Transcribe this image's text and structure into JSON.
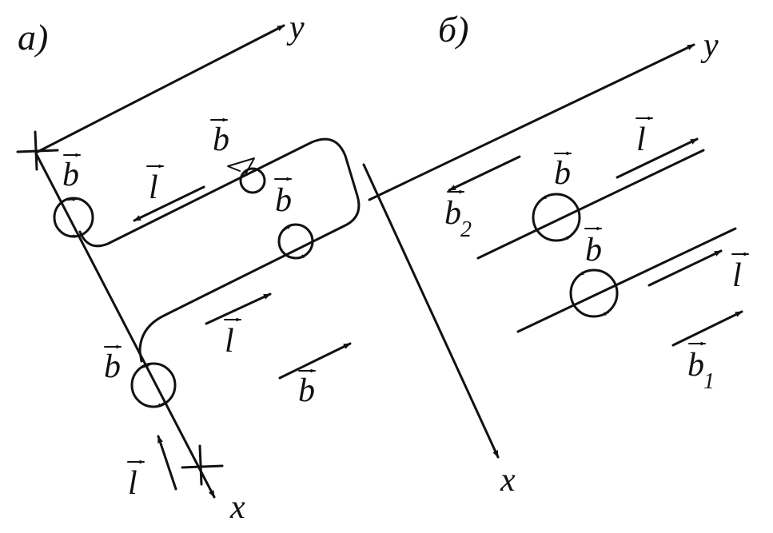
{
  "panels": {
    "a": {
      "label": "а)"
    },
    "b": {
      "label": "б)"
    }
  },
  "axes": {
    "x": "x",
    "y": "y"
  },
  "vectors": {
    "b": "b",
    "l": "l",
    "b1_base": "b",
    "b1_sub": "1",
    "b2_base": "b",
    "b2_sub": "2"
  },
  "colors": {
    "ink": "#111111",
    "background": "#ffffff"
  }
}
